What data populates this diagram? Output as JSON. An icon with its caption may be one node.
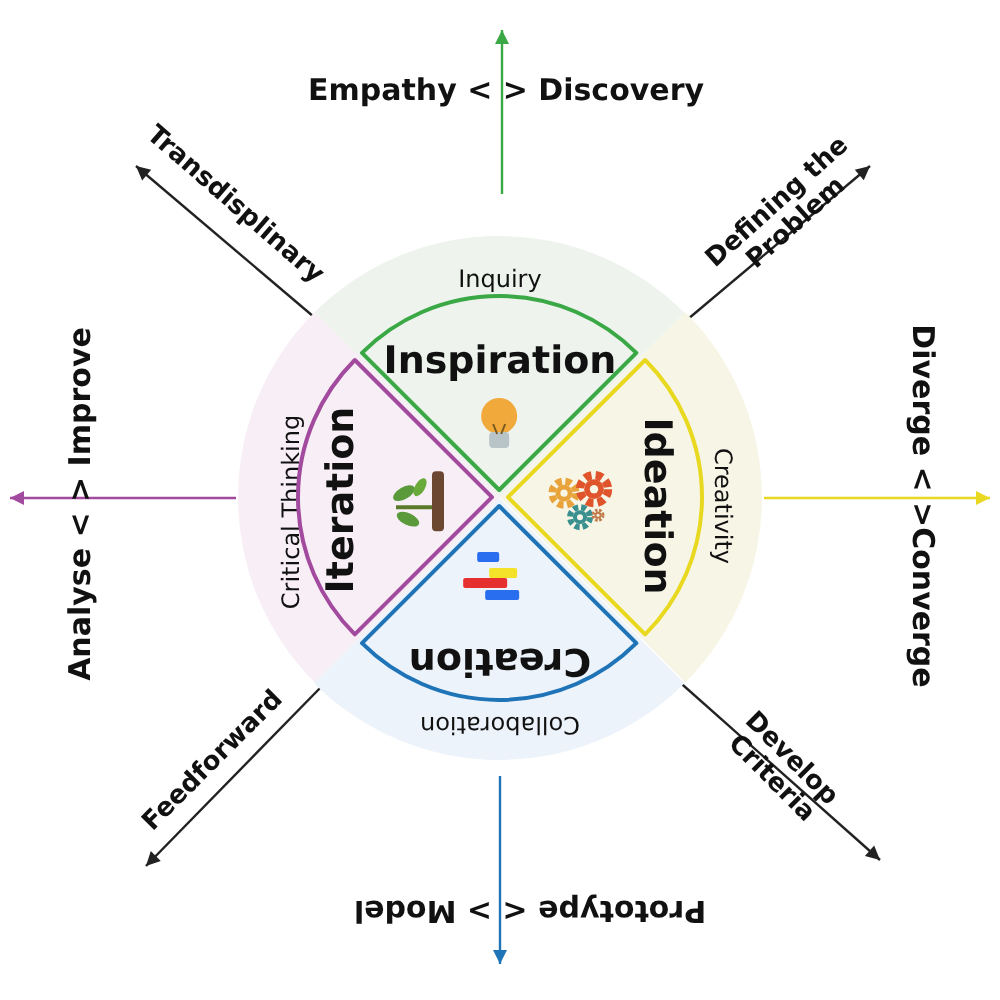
{
  "diagram": {
    "nodes": [
      {
        "text": [
          "Inquiry"
        ]
      },
      {
        "text": [
          "Inspiration"
        ],
        "in": 0
      },
      {
        "text": [
          "Creativity"
        ]
      },
      {
        "text": [
          "Ideation"
        ],
        "in": 2
      },
      {
        "text": [
          "Collaboration"
        ]
      },
      {
        "text": [
          "Creation"
        ],
        "in": 4
      },
      {
        "text": [
          "Critical Thinking"
        ]
      },
      {
        "text": [
          "Iteration"
        ],
        "in": 6
      }
    ],
    "labels": [
      "Empathy < > Discovery",
      "Transdisplinary",
      "Defining the Problem",
      "Diverge < >Converge",
      "Analyse < > Improve",
      "Feedforward",
      "Develop Criteria",
      "Prototype < > Model"
    ]
  }
}
